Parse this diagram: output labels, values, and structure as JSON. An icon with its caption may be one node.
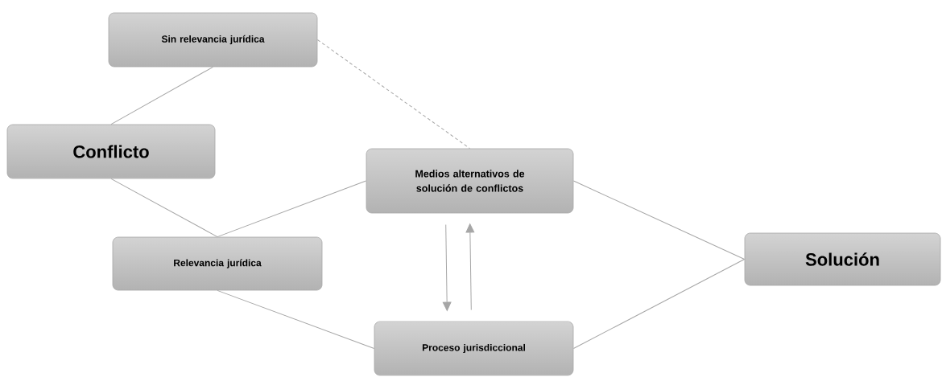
{
  "diagram": {
    "nodes": [
      {
        "text": [
          "Sin relevancia jurídica"
        ]
      },
      {
        "text": [
          "Conflicto"
        ]
      },
      {
        "text": [
          "Medios alternativos de solución de conflictos"
        ]
      },
      {
        "text": [
          "Relevancia jurídica"
        ]
      },
      {
        "text": [
          "Solución"
        ]
      },
      {
        "text": [
          "Proceso jurisdiccional"
        ]
      }
    ],
    "edges": [
      {
        "from": 0,
        "to": 1,
        "arrow": "none"
      },
      {
        "from": 0,
        "to": 2,
        "arrow": "none",
        "style": "dashed"
      },
      {
        "from": 1,
        "to": 3,
        "arrow": "none"
      },
      {
        "from": 3,
        "to": 2,
        "arrow": "none"
      },
      {
        "from": 3,
        "to": 5,
        "arrow": "none"
      },
      {
        "from": 2,
        "to": 4,
        "arrow": "none"
      },
      {
        "from": 5,
        "to": 4,
        "arrow": "none"
      },
      {
        "from": 2,
        "to": 5,
        "arrow": "to"
      },
      {
        "from": 5,
        "to": 2,
        "arrow": "to"
      }
    ]
  }
}
